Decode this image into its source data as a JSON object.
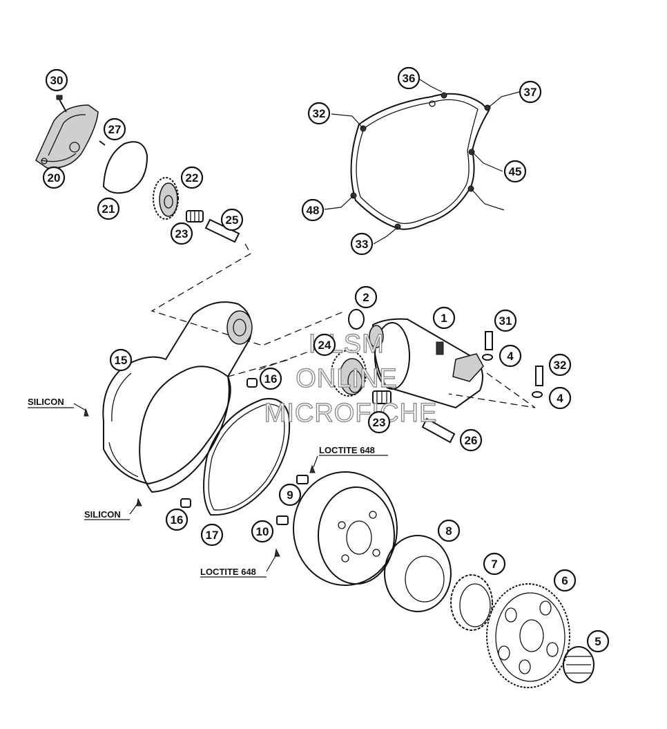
{
  "callouts": [
    "30",
    "27",
    "20",
    "21",
    "22",
    "23",
    "25",
    "36",
    "37",
    "32",
    "45",
    "48",
    "33",
    "2",
    "1",
    "31",
    "4",
    "32",
    "4",
    "15",
    "24",
    "16",
    "23",
    "26",
    "9",
    "16",
    "17",
    "10",
    "8",
    "7",
    "6",
    "5"
  ],
  "notes": [
    "SILICON",
    "SILICON",
    "LOCTITE 648",
    "LOCTITE 648"
  ],
  "watermark": [
    "HLSM",
    "ONLINE",
    "MICROFICHE"
  ]
}
